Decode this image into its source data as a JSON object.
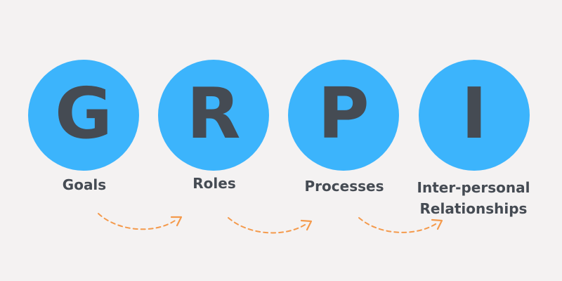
{
  "colors": {
    "background": "#f4f2f2",
    "circle": "#3cb4fc",
    "letter": "#454b53",
    "label": "#454b53",
    "arrow": "#f49a4c"
  },
  "steps": [
    {
      "letter": "G",
      "label": "Goals"
    },
    {
      "letter": "R",
      "label": "Roles"
    },
    {
      "letter": "P",
      "label": "Processes"
    },
    {
      "letter": "I",
      "label": "Inter-personal Relationships"
    }
  ]
}
